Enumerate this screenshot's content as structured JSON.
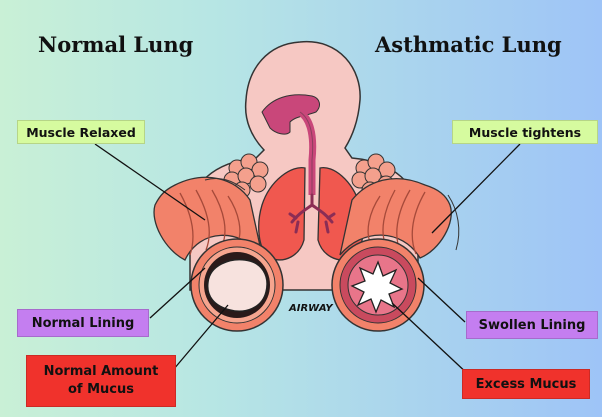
{
  "titles": {
    "normal": "Normal Lung",
    "asthmatic": "Asthmatic Lung"
  },
  "labels": {
    "muscle_relaxed": "Muscle Relaxed",
    "muscle_tightens": "Muscle tightens",
    "normal_lining": "Normal Lining",
    "swollen_lining": "Swollen Lining",
    "normal_mucus_line1": "Normal Amount",
    "normal_mucus_line2": "of Mucus",
    "excess_mucus": "Excess Mucus",
    "airway": "AIRWAY"
  },
  "colors": {
    "label_green": "#d6fb9f",
    "label_purple": "#c47ef0",
    "label_red": "#f0322c",
    "lung_red": "#f0584f",
    "airway_muscle": "#f2826a",
    "body_skin": "#f6c8c3"
  }
}
